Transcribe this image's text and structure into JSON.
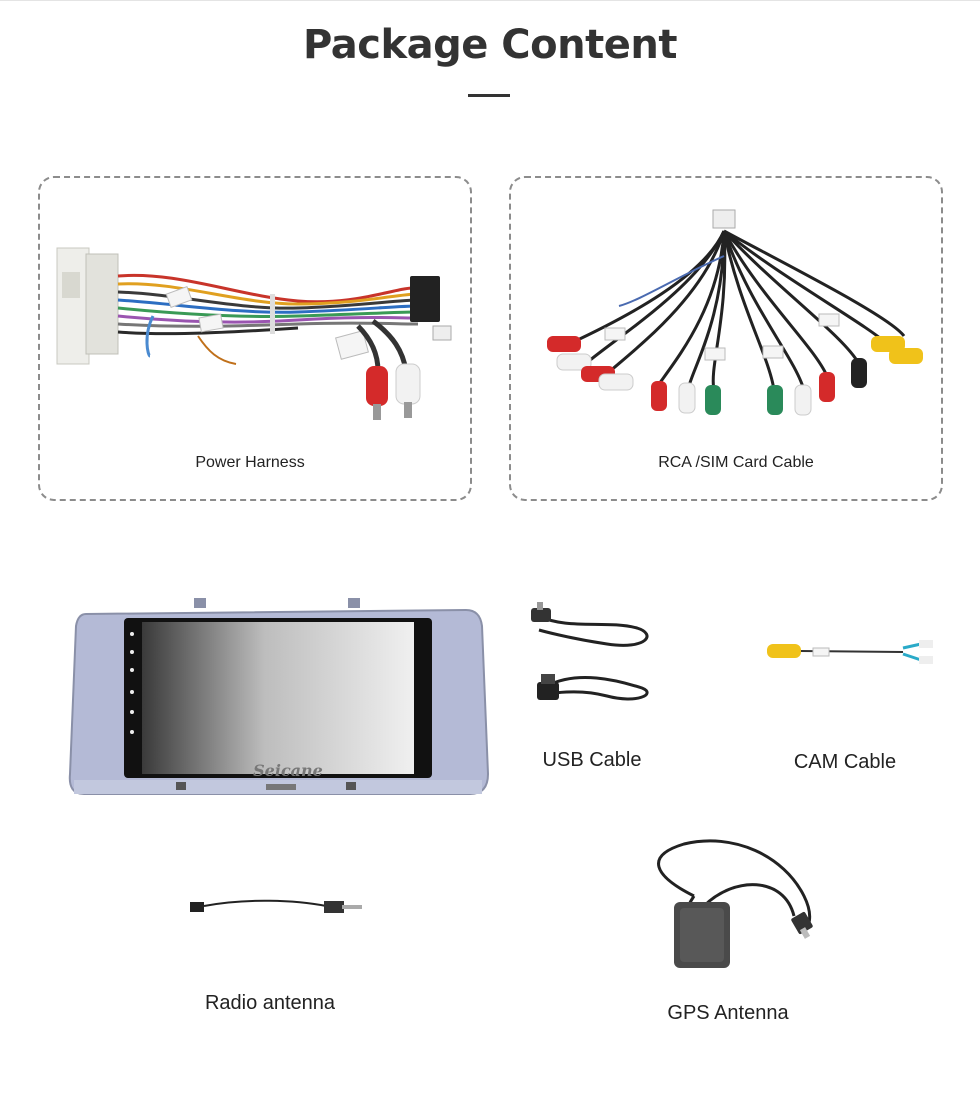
{
  "header": {
    "title": "Package Content"
  },
  "items": [
    {
      "label": "Power Harness"
    },
    {
      "label": "RCA /SIM Card Cable"
    },
    {
      "label": "USB Cable"
    },
    {
      "label": "CAM Cable"
    },
    {
      "label": "Radio antenna"
    },
    {
      "label": "GPS Antenna"
    }
  ],
  "head_unit": {
    "brand": "Seicane"
  },
  "colors": {
    "title": "#333333",
    "dashed_border": "#8c8c8c",
    "rca_red": "#d42a2a",
    "rca_white": "#f2f2f2",
    "rca_yellow": "#f0c21a",
    "rca_green": "#2a8a5a",
    "bezel": "#b4bad6"
  }
}
